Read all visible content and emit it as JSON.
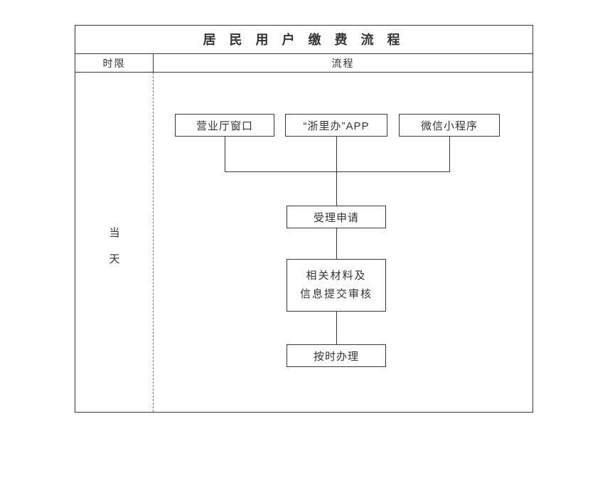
{
  "title": "居 民 用 户 缴 费 流 程",
  "header": {
    "time_limit": "时限",
    "process": "流程"
  },
  "timeline": {
    "label_line1": "当",
    "label_line2": "天"
  },
  "flow": {
    "sources": [
      {
        "label": "营业厅窗口"
      },
      {
        "label": "“浙里办”APP"
      },
      {
        "label": "微信小程序"
      }
    ],
    "steps": [
      {
        "label": "受理申请"
      },
      {
        "lines": [
          "相关材料及",
          "信息提交审核"
        ]
      },
      {
        "label": "按时办理"
      }
    ]
  },
  "colors": {
    "border": "#3a3a3a",
    "text": "#333333",
    "background": "#ffffff"
  }
}
